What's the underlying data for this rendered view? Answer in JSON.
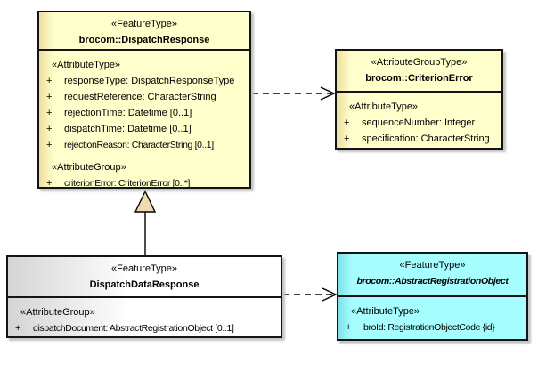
{
  "canvas": {
    "background": "#FFFFFF"
  },
  "colors": {
    "class_border": "#141414",
    "yellow_fill": "#FFFFCC",
    "gray_fill": "#FFFFFF",
    "cyan_fill": "#A6FEFF",
    "shadow": "#C4C4C4",
    "connector_stroke": "#000000",
    "generalization_triangle_fill": "#EFDCAE"
  },
  "classes": {
    "dispatch_response": {
      "stereotype": "«FeatureType»",
      "name": "brocom::DispatchResponse",
      "fill": "#FFFFCC",
      "sections": [
        {
          "header": "«AttributeType»",
          "attributes": [
            {
              "vis": "+",
              "text": "responseType: DispatchResponseType"
            },
            {
              "vis": "+",
              "text": "requestReference: CharacterString"
            },
            {
              "vis": "+",
              "text": "rejectionTime: Datetime [0..1]"
            },
            {
              "vis": "+",
              "text": "dispatchTime: Datetime [0..1]"
            },
            {
              "vis": "+",
              "text": "rejectionReason: CharacterString [0..1]"
            }
          ]
        },
        {
          "header": "«AttributeGroup»",
          "attributes": [
            {
              "vis": "+",
              "text": "criterionError: CriterionError [0..*]"
            }
          ]
        }
      ]
    },
    "criterion_error": {
      "stereotype": "«AttributeGroupType»",
      "name": "brocom::CriterionError",
      "fill": "#FFFFCC",
      "sections": [
        {
          "header": "«AttributeType»",
          "attributes": [
            {
              "vis": "+",
              "text": "sequenceNumber: Integer"
            },
            {
              "vis": "+",
              "text": "specification: CharacterString"
            }
          ]
        }
      ]
    },
    "dispatch_data_response": {
      "stereotype": "«FeatureType»",
      "name": "DispatchDataResponse",
      "fill": "#FFFFFF",
      "sections": [
        {
          "header": "«AttributeGroup»",
          "attributes": [
            {
              "vis": "+",
              "text": "dispatchDocument: AbstractRegistrationObject [0..1]"
            }
          ]
        }
      ]
    },
    "abstract_registration_object": {
      "stereotype": "«FeatureType»",
      "name": "brocom::AbstractRegistrationObject",
      "fill": "#A6FEFF",
      "sections": [
        {
          "header": "«AttributeType»",
          "attributes": [
            {
              "vis": "+",
              "text": "broId: RegistrationObjectCode {id}"
            }
          ]
        }
      ]
    }
  },
  "connectors": [
    {
      "type": "dependency",
      "from": "brocom::DispatchResponse",
      "to": "brocom::CriterionError",
      "line": "dashed",
      "arrowhead": "open"
    },
    {
      "type": "generalization",
      "from": "DispatchDataResponse",
      "to": "brocom::DispatchResponse",
      "line": "solid",
      "arrowhead": "hollow-triangle"
    },
    {
      "type": "dependency",
      "from": "DispatchDataResponse",
      "to": "brocom::AbstractRegistrationObject",
      "line": "dashed",
      "arrowhead": "open"
    }
  ]
}
